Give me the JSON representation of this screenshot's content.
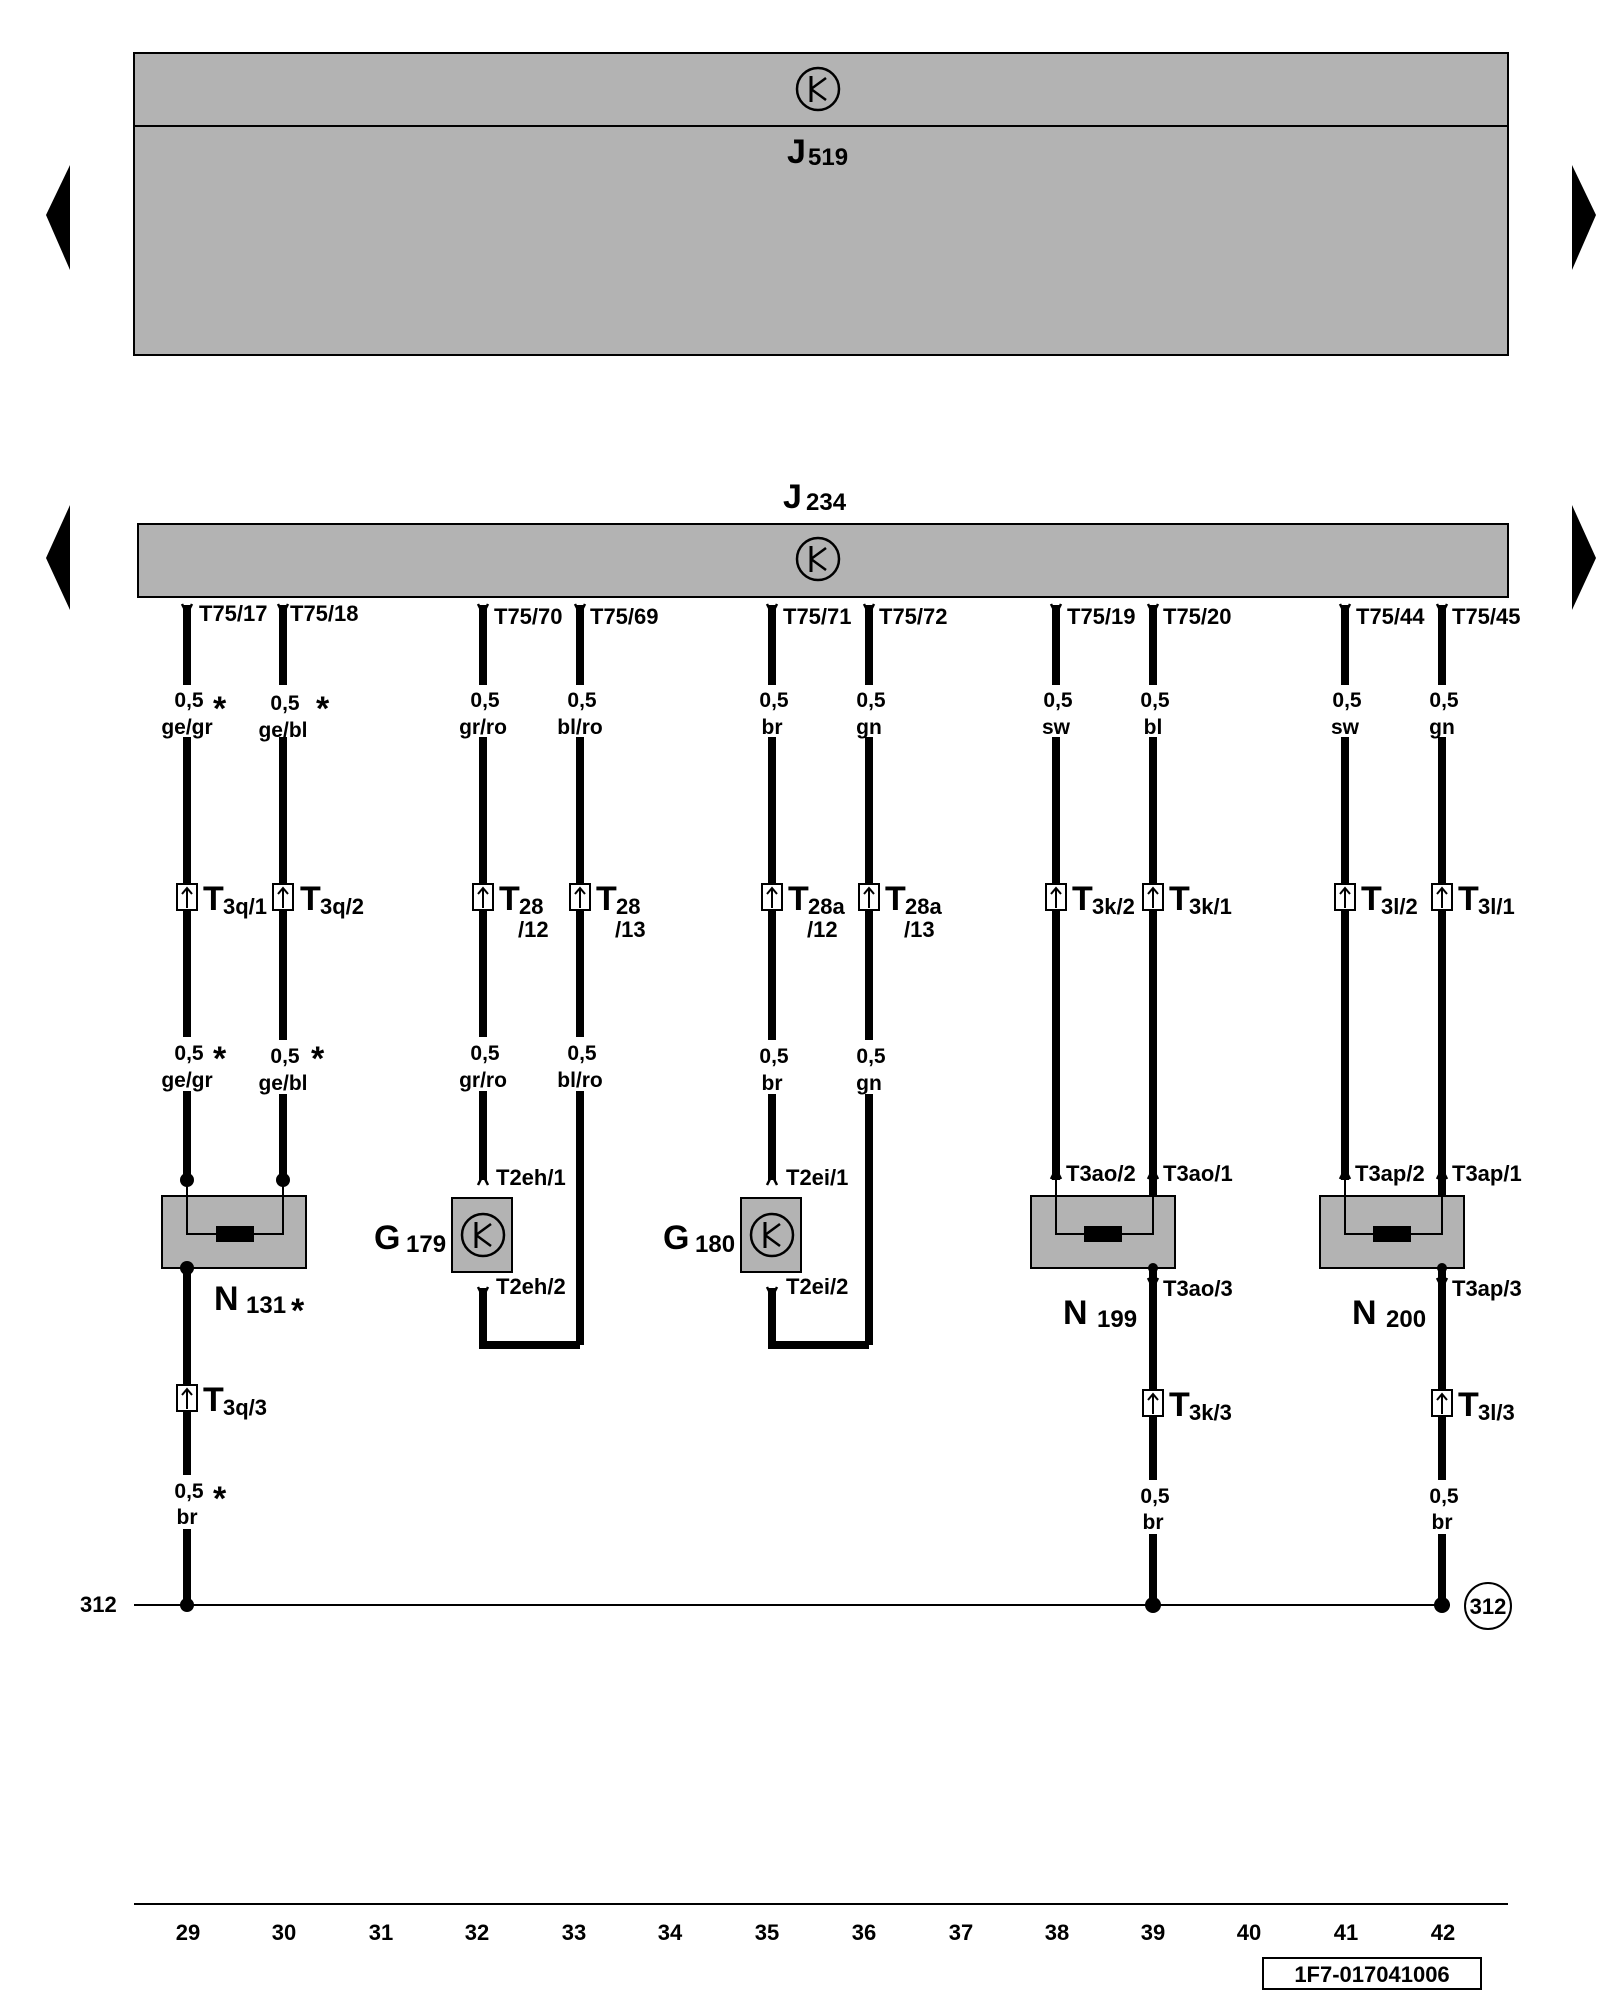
{
  "diagram": {
    "ecu_top": {
      "label": "J",
      "sub": "519"
    },
    "ecu_mid": {
      "label": "J",
      "sub": "234"
    },
    "bottom_ground": {
      "label_left": "312",
      "circle_label": "312"
    },
    "doc_code": "1F7-017041006",
    "column_numbers": [
      "29",
      "30",
      "31",
      "32",
      "33",
      "34",
      "35",
      "36",
      "37",
      "38",
      "39",
      "40",
      "41",
      "42"
    ],
    "pins": [
      "T75/17",
      "T75/18",
      "T75/70",
      "T75/69",
      "T75/71",
      "T75/72",
      "T75/19",
      "T75/20",
      "T75/44",
      "T75/45"
    ],
    "wires_upper": [
      {
        "size": "0,5",
        "color": "ge/gr",
        "star": true
      },
      {
        "size": "0,5",
        "color": "ge/bl",
        "star": true
      },
      {
        "size": "0,5",
        "color": "gr/ro",
        "star": false
      },
      {
        "size": "0,5",
        "color": "bl/ro",
        "star": false
      },
      {
        "size": "0,5",
        "color": "br",
        "star": false
      },
      {
        "size": "0,5",
        "color": "gn",
        "star": false
      },
      {
        "size": "0,5",
        "color": "sw",
        "star": false
      },
      {
        "size": "0,5",
        "color": "bl",
        "star": false
      },
      {
        "size": "0,5",
        "color": "sw",
        "star": false
      },
      {
        "size": "0,5",
        "color": "gn",
        "star": false
      }
    ],
    "connectors": [
      {
        "main": "T",
        "sub": "3q/1",
        "line2": ""
      },
      {
        "main": "T",
        "sub": "3q/2",
        "line2": ""
      },
      {
        "main": "T",
        "sub": "28",
        "line2": "/12"
      },
      {
        "main": "T",
        "sub": "28",
        "line2": "/13"
      },
      {
        "main": "T",
        "sub": "28a",
        "line2": "/12"
      },
      {
        "main": "T",
        "sub": "28a",
        "line2": "/13"
      },
      {
        "main": "T",
        "sub": "3k/2",
        "line2": ""
      },
      {
        "main": "T",
        "sub": "3k/1",
        "line2": ""
      },
      {
        "main": "T",
        "sub": "3l/2",
        "line2": ""
      },
      {
        "main": "T",
        "sub": "3l/1",
        "line2": ""
      }
    ],
    "wires_lower": [
      {
        "size": "0,5",
        "color": "ge/gr",
        "star": true
      },
      {
        "size": "0,5",
        "color": "ge/bl",
        "star": true
      },
      {
        "size": "0,5",
        "color": "gr/ro",
        "star": false
      },
      {
        "size": "0,5",
        "color": "bl/ro",
        "star": false
      },
      {
        "size": "0,5",
        "color": "br",
        "star": false
      },
      {
        "size": "0,5",
        "color": "gn",
        "star": false
      }
    ],
    "component_pins": {
      "g179_top": "T2eh/1",
      "g179_bot": "T2eh/2",
      "g180_top": "T2ei/1",
      "g180_bot": "T2ei/2",
      "n199_left": "T3ao/2",
      "n199_right": "T3ao/1",
      "n199_bot": "T3ao/3",
      "n200_left": "T3ap/2",
      "n200_right": "T3ap/1",
      "n200_bot": "T3ap/3"
    },
    "components": {
      "n131": {
        "label": "N",
        "sub": "131",
        "star": true
      },
      "g179": {
        "label": "G",
        "sub": "179"
      },
      "g180": {
        "label": "G",
        "sub": "180"
      },
      "n199": {
        "label": "N",
        "sub": "199"
      },
      "n200": {
        "label": "N",
        "sub": "200"
      }
    },
    "bottom_connectors": [
      {
        "main": "T",
        "sub": "3q/3"
      },
      {
        "main": "T",
        "sub": "3k/3"
      },
      {
        "main": "T",
        "sub": "3l/3"
      }
    ],
    "wires_bottom": [
      {
        "size": "0,5",
        "color": "br",
        "star": true
      },
      {
        "size": "0,5",
        "color": "br",
        "star": false
      },
      {
        "size": "0,5",
        "color": "br",
        "star": false
      }
    ],
    "star_symbol": "*"
  }
}
